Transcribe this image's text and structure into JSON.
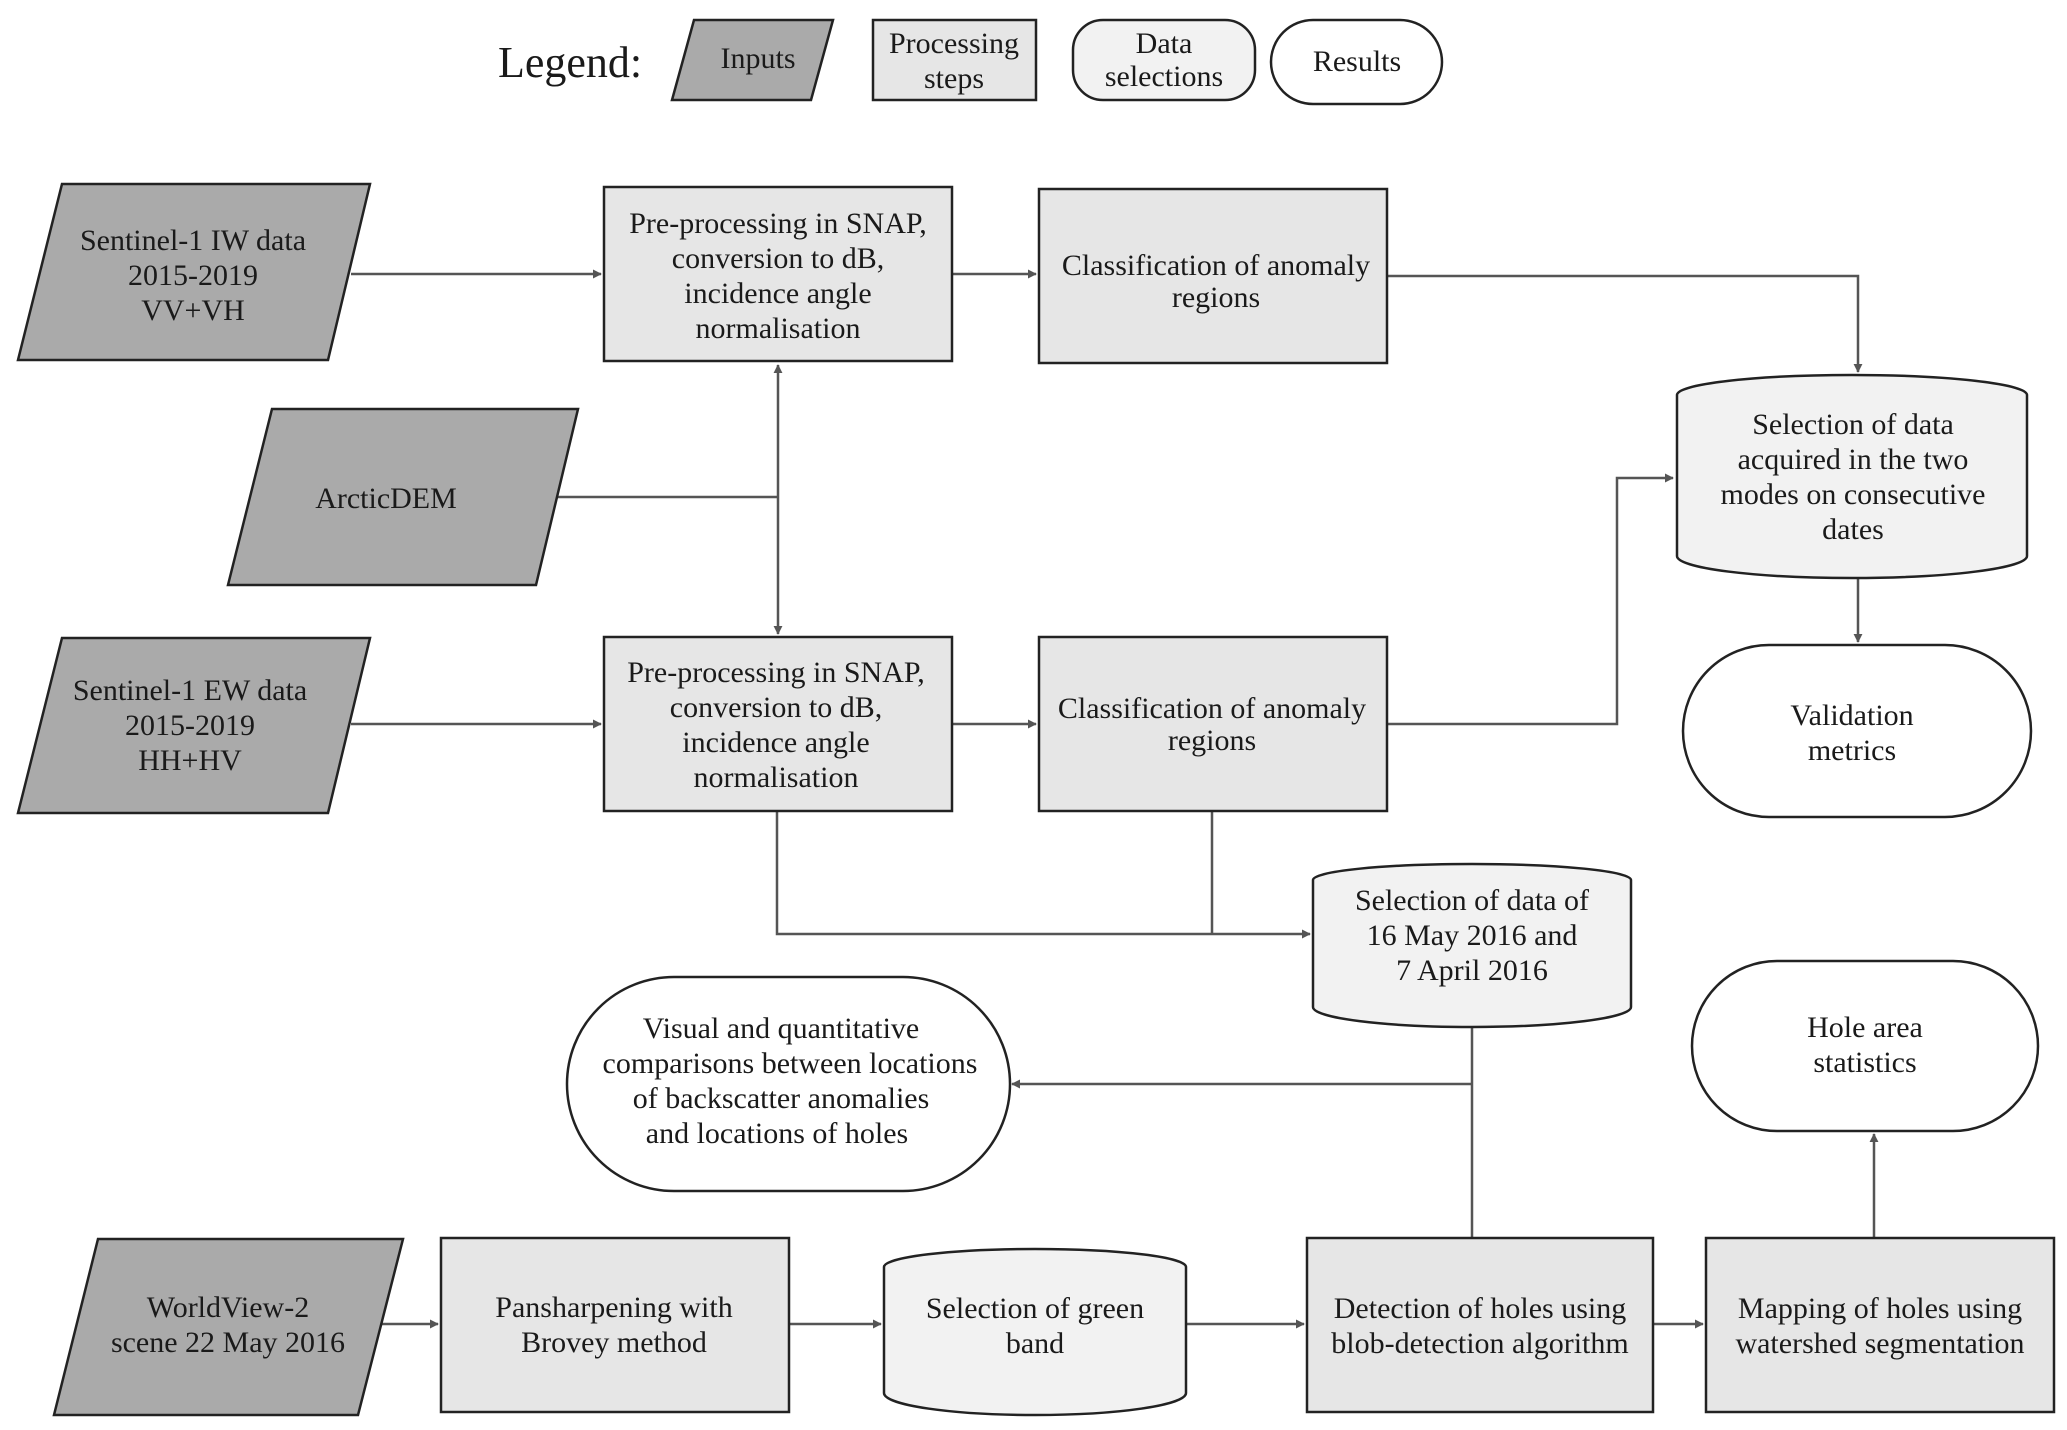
{
  "legend": {
    "title": "Legend:",
    "inputs": "Inputs",
    "processing": [
      "Processing",
      "steps"
    ],
    "selections": [
      "Data",
      "selections"
    ],
    "results": "Results"
  },
  "nodes": {
    "sentinel_iw": [
      "Sentinel-1 IW data",
      "2015-2019",
      "VV+VH"
    ],
    "arcticdem": [
      "ArcticDEM"
    ],
    "sentinel_ew": [
      "Sentinel-1 EW data",
      "2015-2019",
      "HH+HV"
    ],
    "worldview": [
      "WorldView-2",
      "scene 22 May 2016"
    ],
    "preproc_iw": [
      "Pre-processing in SNAP,",
      "conversion to dB,",
      "incidence angle",
      "normalisation"
    ],
    "classif_iw": [
      "Classification of anomaly",
      "regions"
    ],
    "preproc_ew": [
      "Pre-processing in SNAP,",
      "conversion to dB,",
      "incidence angle",
      "normalisation"
    ],
    "classif_ew": [
      "Classification of anomaly",
      "regions"
    ],
    "sel_two_modes": [
      "Selection of data",
      "acquired in the two",
      "modes on consecutive",
      "dates"
    ],
    "validation": [
      "Validation",
      "metrics"
    ],
    "sel_dates": [
      "Selection of data of",
      "16 May 2016 and",
      "7 April 2016"
    ],
    "visual_comp": [
      "Visual and quantitative",
      "comparisons between locations",
      "of backscatter anomalies",
      "and locations of holes"
    ],
    "hole_stats": [
      "Hole area",
      "statistics"
    ],
    "pansharp": [
      "Pansharpening with",
      "Brovey method"
    ],
    "sel_green": [
      "Selection of green",
      "band"
    ],
    "detection": [
      "Detection of holes using",
      "blob-detection algorithm"
    ],
    "mapping": [
      "Mapping of holes using",
      "watershed segmentation"
    ]
  }
}
